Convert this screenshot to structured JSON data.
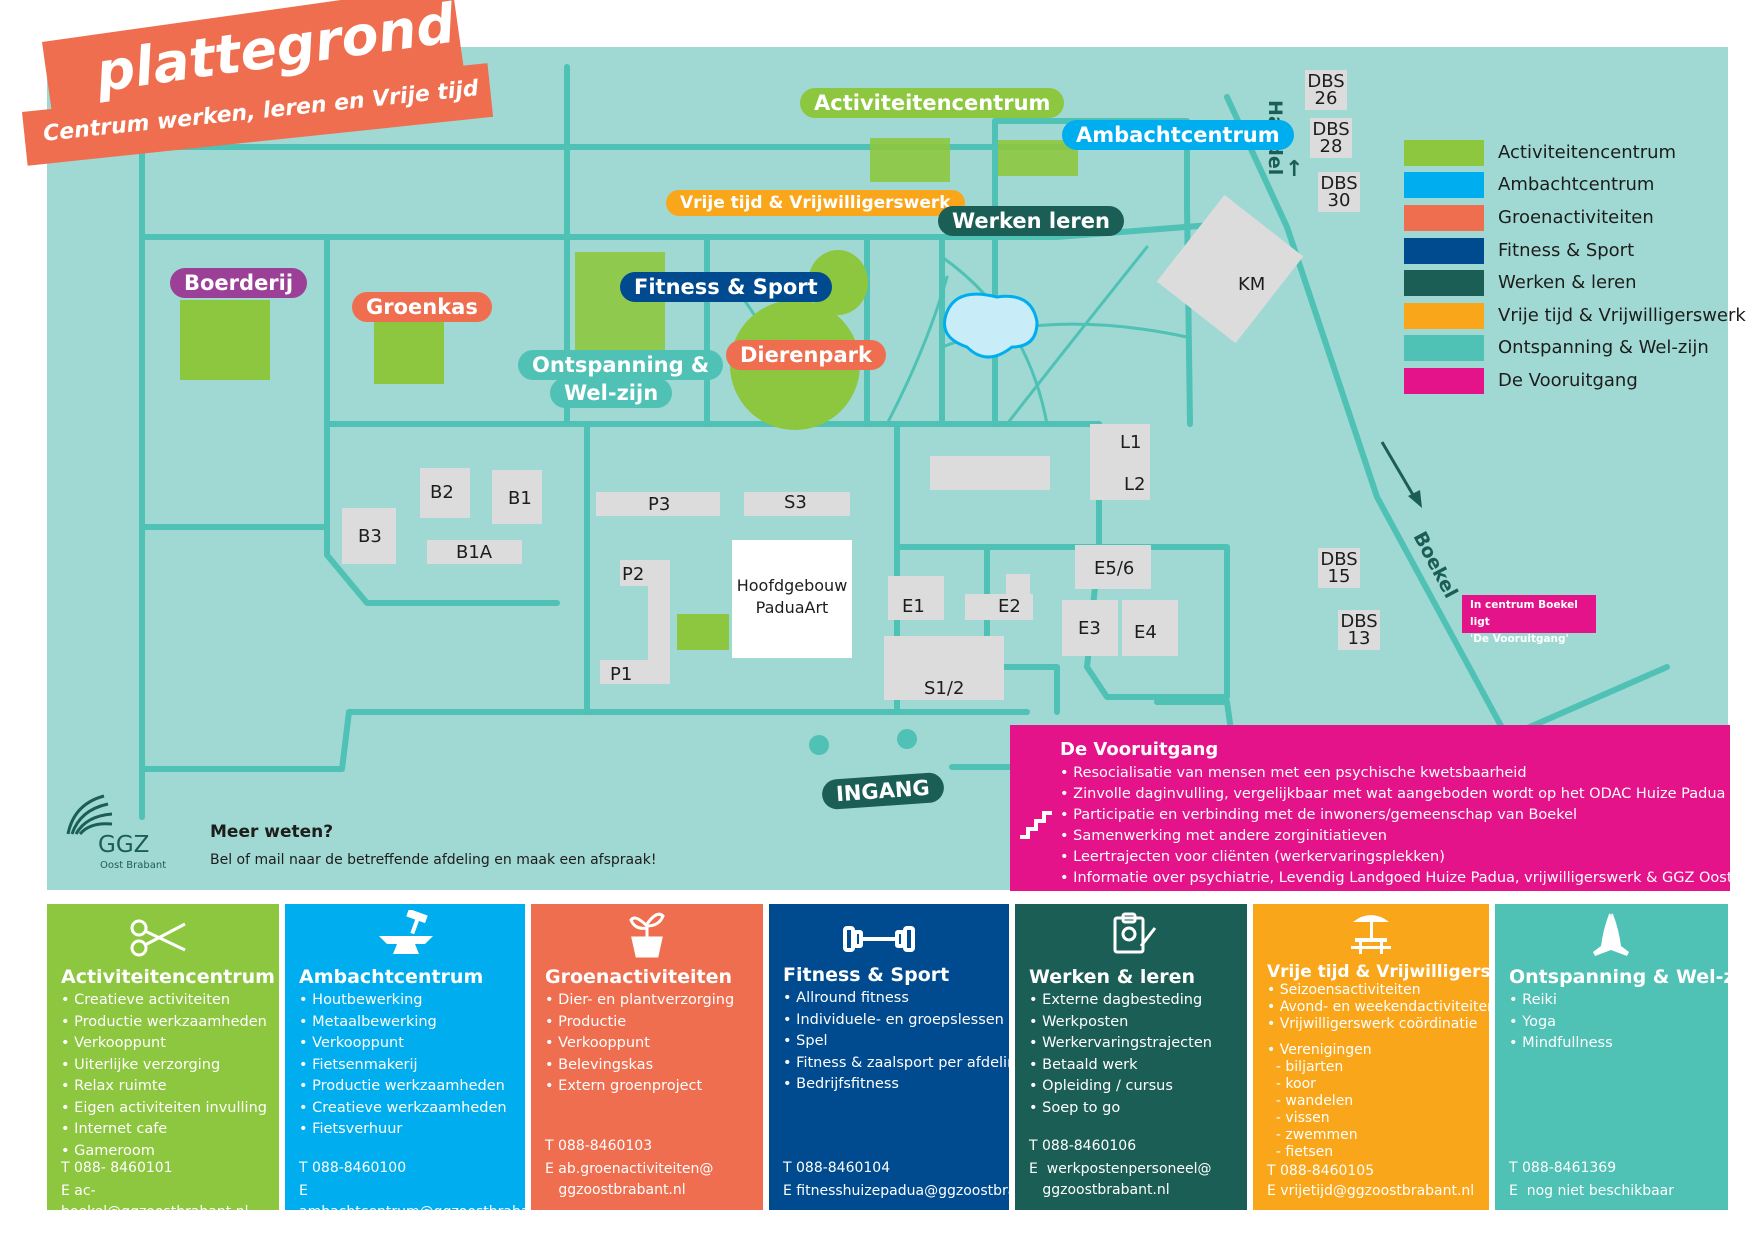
{
  "title": {
    "main": "plattegrond",
    "subtitle": "Centrum werken, leren en Vrije tijd"
  },
  "map": {
    "pills": {
      "activiteitencentrum": "Activiteitencentrum",
      "ambachtcentrum": "Ambachtcentrum",
      "vrijetijd": "Vrije tijd & Vrijwilligerswerk",
      "werkenleren": "Werken leren",
      "boerderij": "Boerderij",
      "groenkas": "Groenkas",
      "fitness": "Fitness & Sport",
      "ontspanning_1": "Ontspanning &",
      "ontspanning_2": "Wel-zijn",
      "dierenpark": "Dierenpark",
      "ingang": "INGANG"
    },
    "buildings": {
      "b2": "B2",
      "b1": "B1",
      "b3": "B3",
      "b1a": "B1A",
      "p3": "P3",
      "s3": "S3",
      "p2": "P2",
      "p1": "P1",
      "hoofd_1": "Hoofdgebouw",
      "hoofd_2": "PaduaArt",
      "e1": "E1",
      "e2": "E2",
      "e56": "E5/6",
      "e3": "E3",
      "e4": "E4",
      "s12": "S1/2",
      "l1": "L1",
      "l2": "L2",
      "km": "KM"
    },
    "dbs": [
      {
        "line1": "DBS",
        "line2": "26"
      },
      {
        "line1": "DBS",
        "line2": "28"
      },
      {
        "line1": "DBS",
        "line2": "30"
      },
      {
        "line1": "DBS",
        "line2": "15"
      },
      {
        "line1": "DBS",
        "line2": "13"
      }
    ],
    "roads": {
      "handel": "Handel",
      "boekel": "Boekel"
    },
    "note": {
      "line1": "In centrum Boekel ligt",
      "line2": "'De Vooruitgang'"
    }
  },
  "legend": [
    {
      "label": "Activiteitencentrum",
      "color": "#8dc63f"
    },
    {
      "label": "Ambachtcentrum",
      "color": "#00aeef"
    },
    {
      "label": "Groenactiviteiten",
      "color": "#ef6e4f"
    },
    {
      "label": "Fitness & Sport",
      "color": "#004a8f"
    },
    {
      "label": "Werken & leren",
      "color": "#1b5e55"
    },
    {
      "label": "Vrije tijd & Vrijwilligerswerk",
      "color": "#f9a61b"
    },
    {
      "label": "Ontspanning & Wel-zijn",
      "color": "#4fc1b5"
    },
    {
      "label": "De Vooruitgang",
      "color": "#e5138a"
    }
  ],
  "vooruitgang": {
    "title": "De Vooruitgang",
    "items": [
      "• Resocialisatie van mensen met een psychische kwetsbaarheid",
      "• Zinvolle daginvulling, vergelijkbaar met wat aangeboden wordt op het ODAC Huize Padua",
      "• Participatie en verbinding met de inwoners/gemeenschap van Boekel",
      "• Samenwerking met andere zorginitiatieven",
      "• Leertrajecten voor cliënten (werkervaringsplekken)",
      "• Informatie over psychiatrie, Levendig Landgoed Huize Padua, vrijwilligerswerk & GGZ Oost Brabant"
    ]
  },
  "info": {
    "logo_text": "GGZ",
    "logo_sub": "Oost Brabant",
    "title": "Meer weten?",
    "text": "Bel of mail naar de betreffende afdeling en maak een afspraak!"
  },
  "cards": [
    {
      "title": "Activiteitencentrum",
      "color": "#8dc63f",
      "icon": "scissors-icon",
      "items": [
        "• Creatieve activiteiten",
        "• Productie werkzaamheden",
        "• Verkooppunt",
        "• Uiterlijke verzorging",
        "• Relax ruimte",
        "• Eigen activiteiten invulling",
        "•  Internet cafe",
        "• Gameroom"
      ],
      "phone": "T 088- 8460101",
      "email": [
        "E ac-boekel@ggzoostbrabant.nl"
      ]
    },
    {
      "title": "Ambachtcentrum",
      "color": "#00aeef",
      "icon": "anvil-icon",
      "items": [
        "• Houtbewerking",
        "• Metaalbewerking",
        "• Verkooppunt",
        "• Fietsenmakerij",
        "• Productie werkzaamheden",
        "• Creatieve werkzaamheden",
        "• Fietsverhuur"
      ],
      "phone": "T  088-8460100",
      "email": [
        "E ambachtcentrum@ggzoostbrabant.nl"
      ]
    },
    {
      "title": "Groenactiviteiten",
      "color": "#ef6e4f",
      "icon": "plant-icon",
      "items": [
        "• Dier- en plantverzorging",
        "• Productie",
        "• Verkooppunt",
        "• Belevingskas",
        "• Extern groenproject"
      ],
      "phone": "T 088-8460103",
      "email": [
        "E ab.groenactiviteiten@",
        "   ggzoostbrabant.nl"
      ]
    },
    {
      "title": "Fitness & Sport",
      "color": "#004a8f",
      "icon": "dumbbell-icon",
      "items": [
        "• Allround fitness",
        "• Individuele- en groepslessen",
        "• Spel",
        "•  Fitness & zaalsport per afdeling",
        "•   Bedrijfsfitness"
      ],
      "phone": "T 088-8460104",
      "email": [
        "E fitnesshuizepadua@ggzoostbrabant.nl"
      ]
    },
    {
      "title": "Werken & leren",
      "color": "#1b5e55",
      "icon": "clipboard-icon",
      "items": [
        "• Externe dagbesteding",
        "• Werkposten",
        "• Werkervaringstrajecten",
        "• Betaald werk",
        "• Opleiding / cursus",
        "• Soep to go"
      ],
      "phone": "T  088-8460106",
      "email": [
        "E  werkpostenpersoneel@",
        "   ggzoostbrabant.nl"
      ]
    },
    {
      "title": "Vrije tijd & Vrijwilligerswerk",
      "color": "#f9a61b",
      "icon": "picnic-table-icon",
      "items": [
        "• Seizoensactiviteiten",
        "• Avond- en weekendactiviteiten",
        "• Vrijwilligerswerk coördinatie"
      ],
      "items2": [
        "• Verenigingen",
        "  - biljarten",
        "  - koor",
        "  - wandelen",
        "  - vissen",
        "  - zwemmen",
        "  - fietsen"
      ],
      "phone": "T 088-8460105",
      "email": [
        "E vrijetijd@ggzoostbrabant.nl"
      ]
    },
    {
      "title": "Ontspanning & Wel-zijn",
      "color": "#4fc1b5",
      "icon": "praying-hands-icon",
      "items": [
        "• Reiki",
        "• Yoga",
        "• Mindfullness"
      ],
      "phone": "T 088-8461369",
      "email": [
        "E  nog niet beschikbaar"
      ]
    }
  ]
}
